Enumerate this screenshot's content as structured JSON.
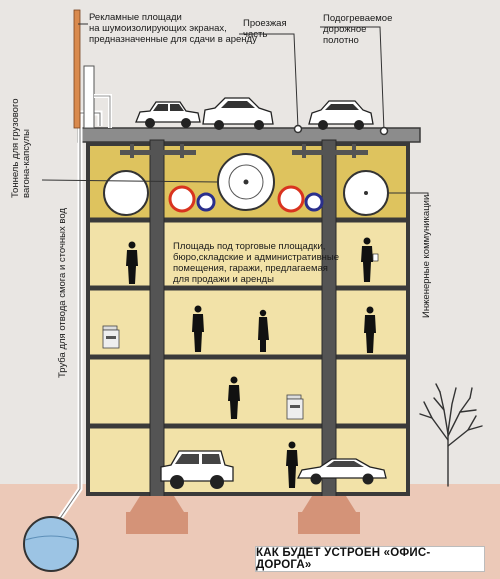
{
  "labels": {
    "ad_areas": "Рекламные площади\nна шумоизолирующих экранах,\nпредназначенные для сдачи в аренду",
    "carriageway": "Проезжая\nчасть",
    "heated_road": "Подогреваемое\nдорожное\nполотно",
    "cargo_tunnel": "Тоннель для грузового\nвагона-капсулы",
    "smog_pipe": "Труба для отвода смога и сточных вод",
    "utilities": "Инженерные коммуникации",
    "floor_space": "Площадь под торговые площадки,\nбюро,складские и административные\nпомещения, гаражи, предлагаемая\nдля продажи и аренды"
  },
  "caption": "КАК БУДЕТ УСТРОЕН «ОФИС-ДОРОГА»",
  "colors": {
    "background": "#e9e6e3",
    "ground": "#ecc9b8",
    "building_fill": "#f2e2a8",
    "building_top_fill": "#dec35e",
    "frame": "#3a3a3a",
    "road_deck": "#8c8c8c",
    "foundation": "#d49378",
    "ad_pipe": "#d98a4e",
    "water_tank": "#9cc4e4",
    "pipe_red": "#d9331f",
    "pipe_blue": "#2a2f8c"
  },
  "icons": [
    "car-icon",
    "person-icon",
    "tree-icon",
    "copier-icon",
    "water-tank-icon",
    "pipe-icon"
  ]
}
